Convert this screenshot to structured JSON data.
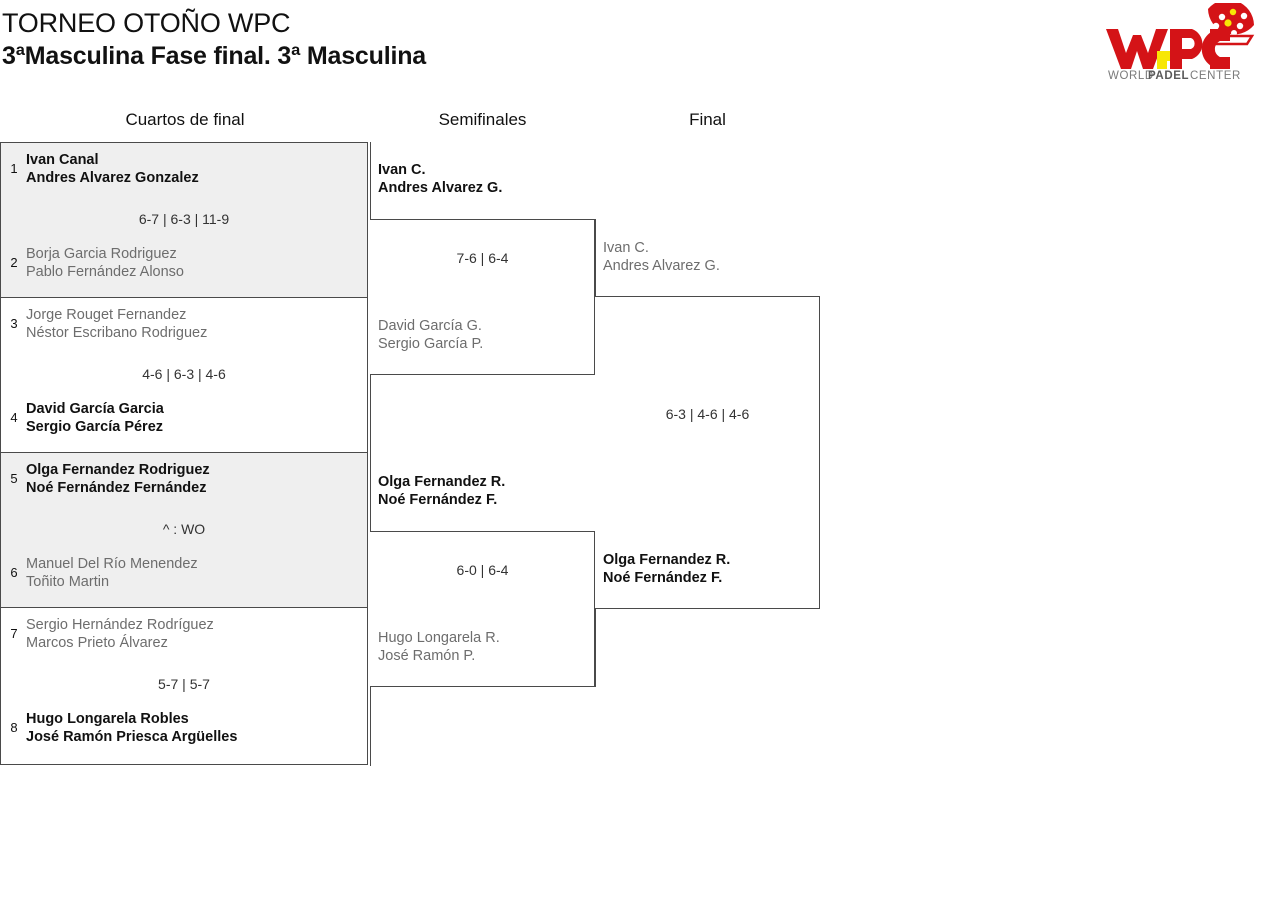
{
  "header": {
    "title": "TORNEO OTOÑO WPC",
    "subtitle": "3ªMasculina Fase final. 3ª Masculina"
  },
  "logo": {
    "wordmark": "WPC",
    "tagline_world": "WORLD",
    "tagline_padel": "PADEL",
    "tagline_center": "CENTER",
    "red": "#d41317",
    "yellow": "#f7e705",
    "gray": "#7a7a7a"
  },
  "rounds": [
    {
      "id": "qf",
      "label": "Cuartos de final"
    },
    {
      "id": "sf",
      "label": "Semifinales"
    },
    {
      "id": "final",
      "label": "Final"
    }
  ],
  "quarterfinals": [
    {
      "shaded": true,
      "top": {
        "seed": "1",
        "players": [
          "Ivan Canal",
          "Andres Alvarez Gonzalez"
        ],
        "result": "winner"
      },
      "bottom": {
        "seed": "2",
        "players": [
          "Borja Garcia Rodriguez",
          "Pablo Fernández Alonso"
        ],
        "result": "loser"
      },
      "score": "6-7 | 6-3 | 11-9"
    },
    {
      "shaded": false,
      "top": {
        "seed": "3",
        "players": [
          "Jorge Rouget Fernandez",
          "Néstor Escribano Rodriguez"
        ],
        "result": "loser"
      },
      "bottom": {
        "seed": "4",
        "players": [
          "David García Garcia",
          "Sergio García Pérez"
        ],
        "result": "winner"
      },
      "score": "4-6 | 6-3 | 4-6"
    },
    {
      "shaded": true,
      "top": {
        "seed": "5",
        "players": [
          "Olga Fernandez Rodriguez",
          "Noé Fernández Fernández"
        ],
        "result": "winner"
      },
      "bottom": {
        "seed": "6",
        "players": [
          "Manuel Del Río Menendez",
          "Toñito Martin"
        ],
        "result": "loser"
      },
      "score": "^ : WO"
    },
    {
      "shaded": false,
      "top": {
        "seed": "7",
        "players": [
          "Sergio Hernández Rodríguez",
          "Marcos Prieto Álvarez"
        ],
        "result": "loser"
      },
      "bottom": {
        "seed": "8",
        "players": [
          "Hugo Longarela Robles",
          "José Ramón Priesca Argüelles"
        ],
        "result": "winner"
      },
      "score": "5-7 | 5-7"
    }
  ],
  "semifinals": [
    {
      "top": {
        "players": [
          "Ivan C.",
          "Andres Alvarez G."
        ],
        "result": "winner"
      },
      "bottom": {
        "players": [
          "David García G.",
          "Sergio García P."
        ],
        "result": "loser"
      },
      "score": "7-6 | 6-4"
    },
    {
      "top": {
        "players": [
          "Olga Fernandez R.",
          "Noé Fernández F."
        ],
        "result": "winner"
      },
      "bottom": {
        "players": [
          "Hugo Longarela R.",
          "José Ramón P."
        ],
        "result": "loser"
      },
      "score": "6-0 | 6-4"
    }
  ],
  "final": {
    "top": {
      "players": [
        "Ivan C.",
        "Andres Alvarez G."
      ],
      "result": "loser"
    },
    "bottom": {
      "players": [
        "Olga Fernandez R.",
        "Noé Fernández F."
      ],
      "result": "winner"
    },
    "score": "6-3 | 4-6 | 4-6"
  }
}
